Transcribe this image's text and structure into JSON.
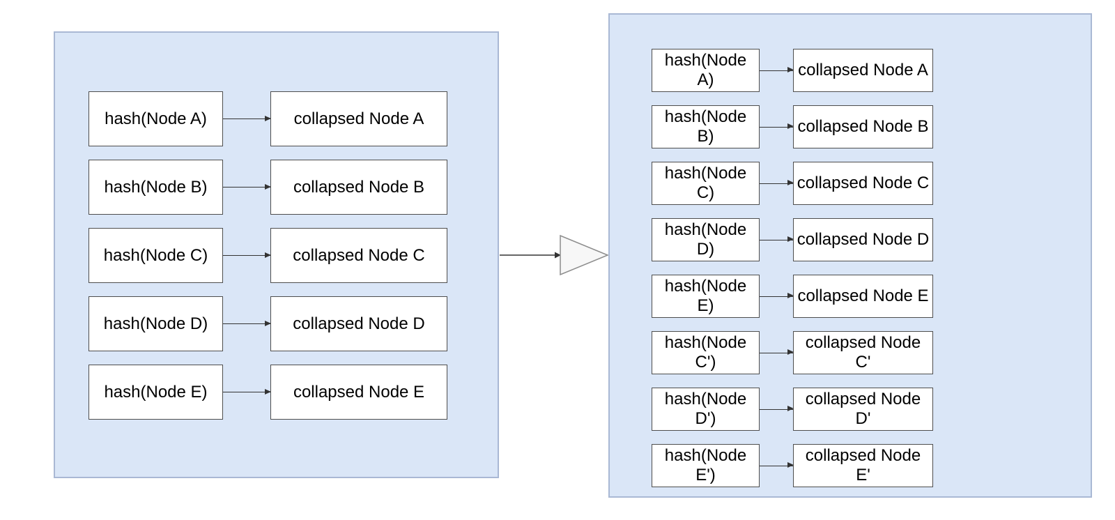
{
  "diagram": {
    "left_panel": {
      "rows": [
        {
          "hash": "hash(Node A)",
          "collapsed": "collapsed Node A"
        },
        {
          "hash": "hash(Node B)",
          "collapsed": "collapsed Node B"
        },
        {
          "hash": "hash(Node C)",
          "collapsed": "collapsed Node C"
        },
        {
          "hash": "hash(Node D)",
          "collapsed": "collapsed Node D"
        },
        {
          "hash": "hash(Node E)",
          "collapsed": "collapsed Node E"
        }
      ]
    },
    "right_panel": {
      "rows": [
        {
          "hash": "hash(Node A)",
          "collapsed": "collapsed Node A"
        },
        {
          "hash": "hash(Node B)",
          "collapsed": "collapsed Node B"
        },
        {
          "hash": "hash(Node C)",
          "collapsed": "collapsed Node C"
        },
        {
          "hash": "hash(Node D)",
          "collapsed": "collapsed Node D"
        },
        {
          "hash": "hash(Node E)",
          "collapsed": "collapsed Node E"
        },
        {
          "hash": "hash(Node C')",
          "collapsed": "collapsed Node C'"
        },
        {
          "hash": "hash(Node D')",
          "collapsed": "collapsed Node D'"
        },
        {
          "hash": "hash(Node E')",
          "collapsed": "collapsed Node E'"
        }
      ]
    },
    "colors": {
      "panel_fill": "#dae6f7",
      "panel_border": "#a9b8d4",
      "box_fill": "#ffffff",
      "box_border": "#4d4d4d",
      "arrow_color": "#333333",
      "transform_arrow_fill": "#f7f7f7",
      "transform_arrow_border": "#8c8c8c"
    }
  }
}
